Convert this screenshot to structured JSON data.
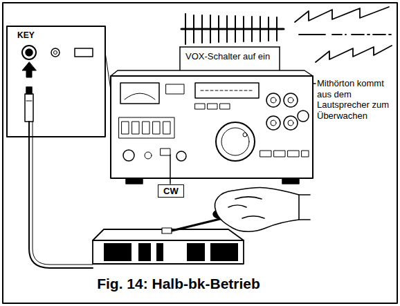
{
  "diagram": {
    "caption": "Fig. 14: Halb-bk-Betrieb",
    "nodes": [
      {
        "text": [
          "CW"
        ]
      }
    ],
    "labels": [
      "KEY",
      "VOX-Schalter auf ein",
      "Mithörton kommt aus dem Lautsprecher zum Überwachen"
    ]
  }
}
